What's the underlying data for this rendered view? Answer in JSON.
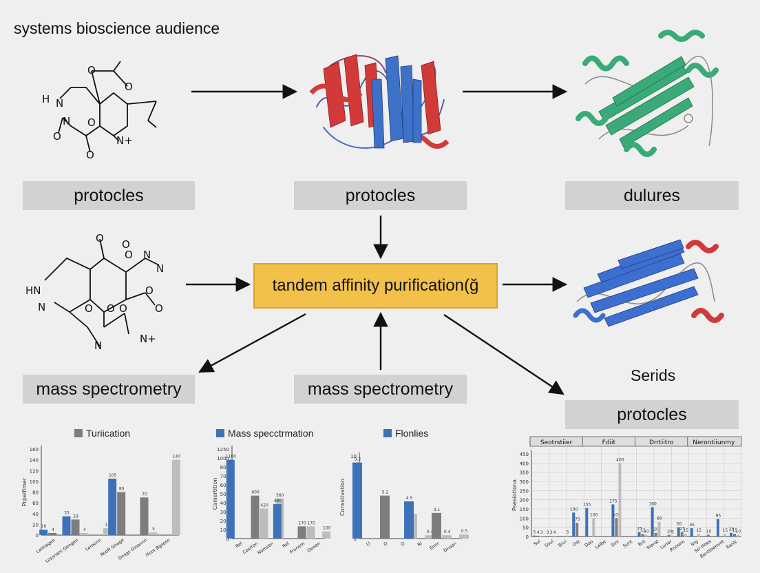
{
  "title": "systems bioscience audience",
  "labels": {
    "row1_left": "protocles",
    "row1_center": "protocles",
    "row1_right": "dulures",
    "center": "tandem affinity purification(ğ",
    "row3_left": "mass spectrometry",
    "row3_center": "mass spectrometry",
    "right_caption": "Serids",
    "right_box": "protocles"
  },
  "molecule1": {
    "atoms": [
      "H",
      "N",
      "O",
      "O",
      "N",
      "O",
      "O",
      "O",
      "N+"
    ]
  },
  "molecule2": {
    "atoms": [
      "O",
      "O",
      "N",
      "N",
      "HN",
      "N",
      "O",
      "O",
      "O",
      "O",
      "N",
      "N+",
      "O",
      "O"
    ]
  },
  "colors": {
    "blue": "#3d72b8",
    "dark_gray": "#7d7d7d",
    "light_gray": "#bdbdbd",
    "red_helix": "#d23a3a",
    "green_protein": "#3aaa78",
    "center_fill": "#f2c14a"
  },
  "chart_data": [
    {
      "type": "bar",
      "legend": "Turiication",
      "ylabel": "Prpeifimer",
      "yticks": [
        "0",
        "20",
        "40",
        "60",
        "80",
        "100",
        "120",
        "140",
        "160"
      ],
      "ylim": [
        0,
        160
      ],
      "categories": [
        "Lalmagen",
        "Lossnant Gengen",
        "Loroonn",
        "Rooft Gnage",
        "Dnsgs Gioonnn",
        "Hont Bgsesn"
      ],
      "series": [
        {
          "color": "#3d72b8",
          "values": [
            10,
            35,
            0,
            105,
            0,
            0
          ]
        },
        {
          "color": "#7d7d7d",
          "values": [
            4,
            29,
            0,
            80,
            70,
            0
          ]
        },
        {
          "color": "#bdbdbd",
          "values": [
            0,
            4,
            13,
            0,
            5,
            140
          ]
        }
      ]
    },
    {
      "type": "bar",
      "legend": "Mass specctrmation",
      "ylabel": "Caniertition",
      "yticks": [
        "0",
        "100",
        "200",
        "300",
        "400",
        "500",
        "600",
        "700",
        "800",
        "1000",
        "1250"
      ],
      "ylim": [
        0,
        1250
      ],
      "categories": [
        "Rel",
        "Cosrton",
        "Nomsen",
        "Rel",
        "Frunem",
        "Deoon"
      ],
      "series": [
        {
          "color": "#3d72b8",
          "values": [
            1100,
            0,
            0,
            480,
            0,
            0
          ]
        },
        {
          "color": "#7d7d7d",
          "values": [
            0,
            600,
            0,
            0,
            170,
            0
          ]
        },
        {
          "color": "#bdbdbd",
          "values": [
            0,
            420,
            560,
            0,
            170,
            100
          ]
        }
      ]
    },
    {
      "type": "bar",
      "legend": "Flonlies",
      "ylabel": "Consstivation",
      "yticks": [
        "0",
        "1",
        "2",
        "3",
        "4",
        "5",
        "6",
        "7",
        "8",
        "9",
        "10"
      ],
      "ylim": [
        0,
        10
      ],
      "categories": [
        "Ll",
        "O",
        "O",
        "Rl",
        "Ennr",
        "Dnoon"
      ],
      "series": [
        {
          "color": "#3d72b8",
          "values": [
            9.2,
            0,
            0,
            4.5,
            0,
            0
          ]
        },
        {
          "color": "#7d7d7d",
          "values": [
            0,
            5.2,
            0,
            0,
            3.1,
            0
          ]
        },
        {
          "color": "#bdbdbd",
          "values": [
            0,
            0,
            3,
            0.4,
            0.4,
            0.5
          ]
        }
      ]
    },
    {
      "type": "table",
      "headers": [
        "Seotrstiier",
        "Fdiit",
        "Drrtiitro",
        "Nerontiiunmy"
      ],
      "ylabel": "Pseaiotiona",
      "yticks": [
        "0",
        "50",
        "100",
        "150",
        "200",
        "250",
        "300",
        "350",
        "400",
        "450"
      ],
      "ylim": [
        0,
        450
      ],
      "categories": [
        "Sul",
        "Soul",
        "Brui",
        "Ost",
        "Dao",
        "Lalbe",
        "Sinr",
        "Sunt",
        "Bnt",
        "Yoerot",
        "Lunor",
        "Rnoonn",
        "Srg",
        "Srr tfoes",
        "Benttoemmt",
        "Ranlc"
      ],
      "series": [
        {
          "color": "#3d72b8",
          "values": [
            5,
            3,
            0,
            130,
            155,
            0,
            175,
            0,
            25,
            160,
            0,
            50,
            45,
            0,
            95,
            20
          ]
        },
        {
          "color": "#7d7d7d",
          "values": [
            4,
            3,
            0,
            75,
            0,
            0,
            100,
            0,
            15,
            20,
            10,
            25,
            0,
            10,
            0,
            15
          ]
        },
        {
          "color": "#bdbdbd",
          "values": [
            3,
            4,
            5,
            0,
            100,
            0,
            400,
            0,
            10,
            80,
            5,
            15,
            15,
            0,
            15,
            10
          ]
        }
      ]
    }
  ]
}
